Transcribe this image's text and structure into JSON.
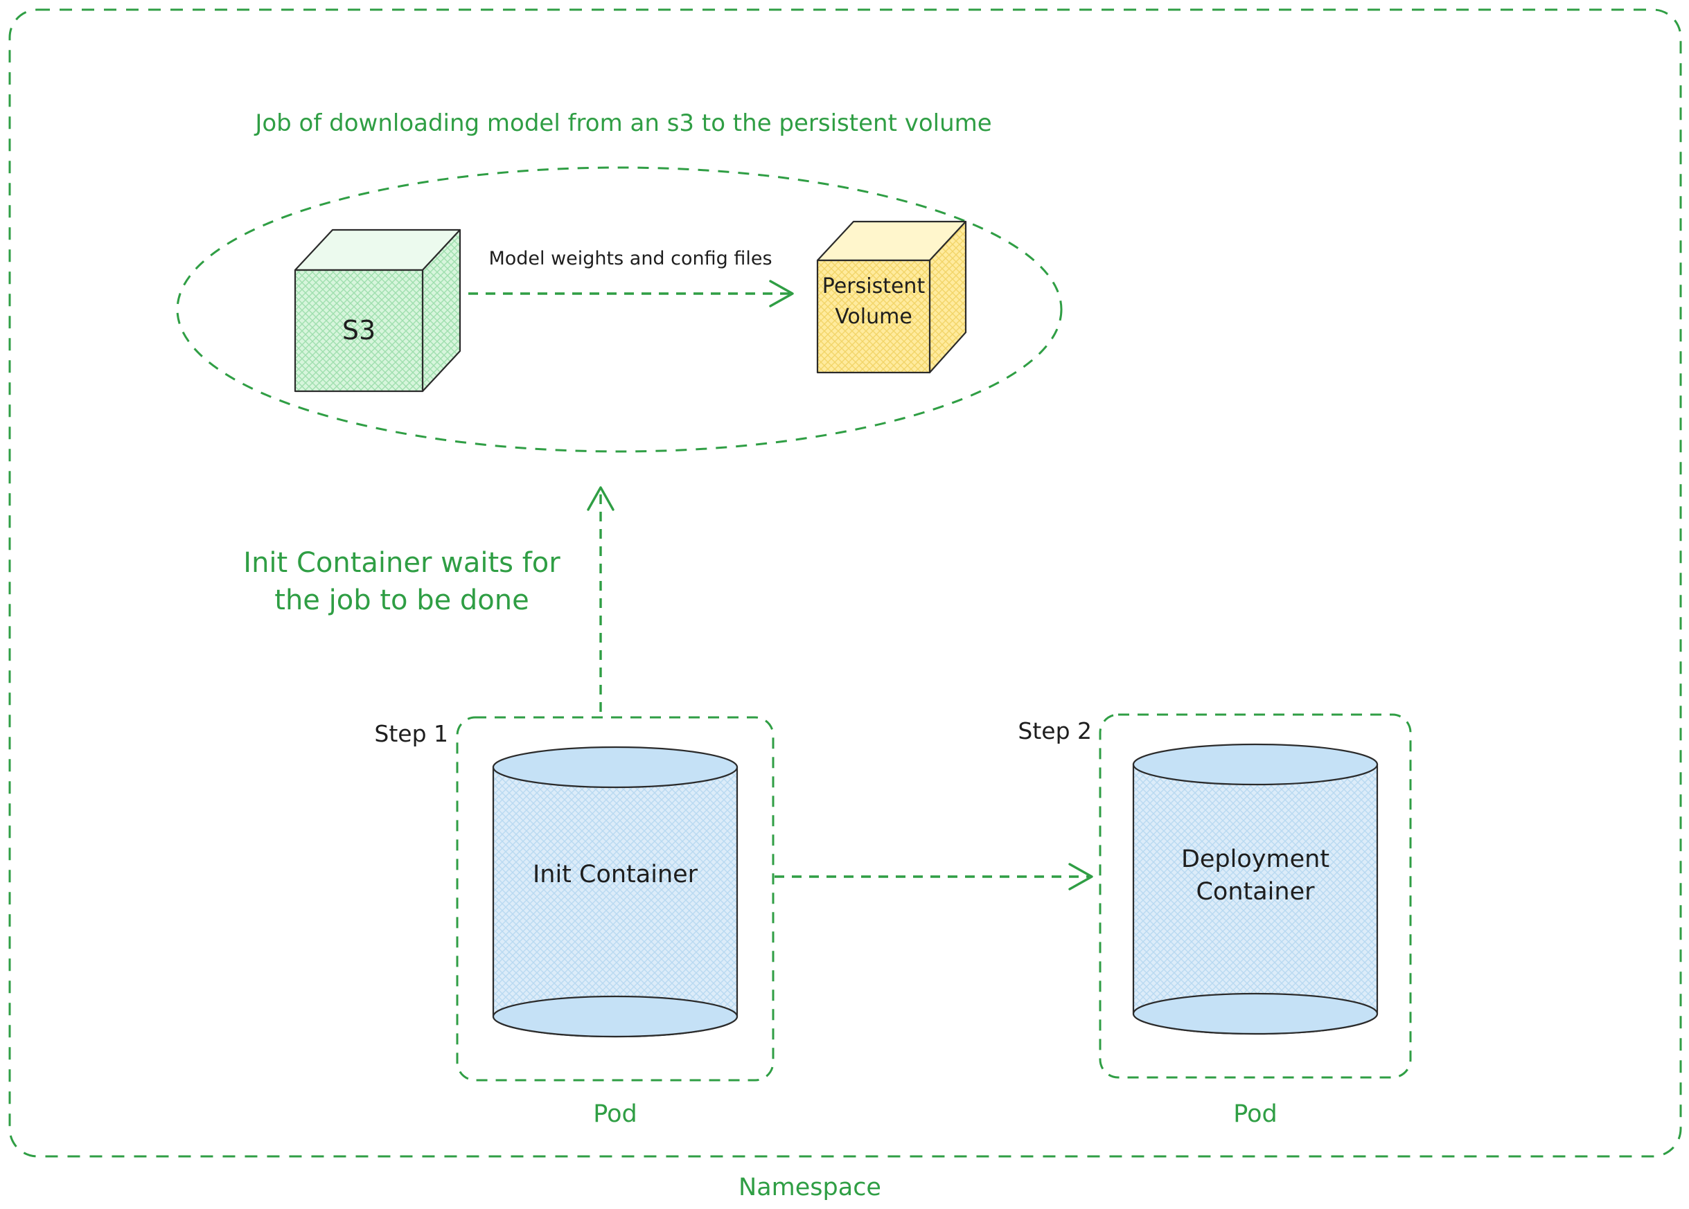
{
  "colors": {
    "accent_green": "#2f9e44",
    "ink_black": "#1e1e1e",
    "s3_cube_fill": "#b2f2bb",
    "persistent_volume_fill": "#ffec99",
    "container_cylinder_fill": "#d6e9f8"
  },
  "job": {
    "title": "Job of downloading model from an s3 to the persistent volume",
    "arrow_label": "Model weights and config files",
    "s3_label": "S3",
    "pv_label": "Persistent\nVolume"
  },
  "notes": {
    "wait": "Init Container waits for\nthe job to be done"
  },
  "step1": {
    "label": "Step 1",
    "container": "Init Container",
    "pod": "Pod"
  },
  "step2": {
    "label": "Step 2",
    "container": "Deployment\nContainer",
    "pod": "Pod"
  },
  "namespace": {
    "label": "Namespace"
  }
}
